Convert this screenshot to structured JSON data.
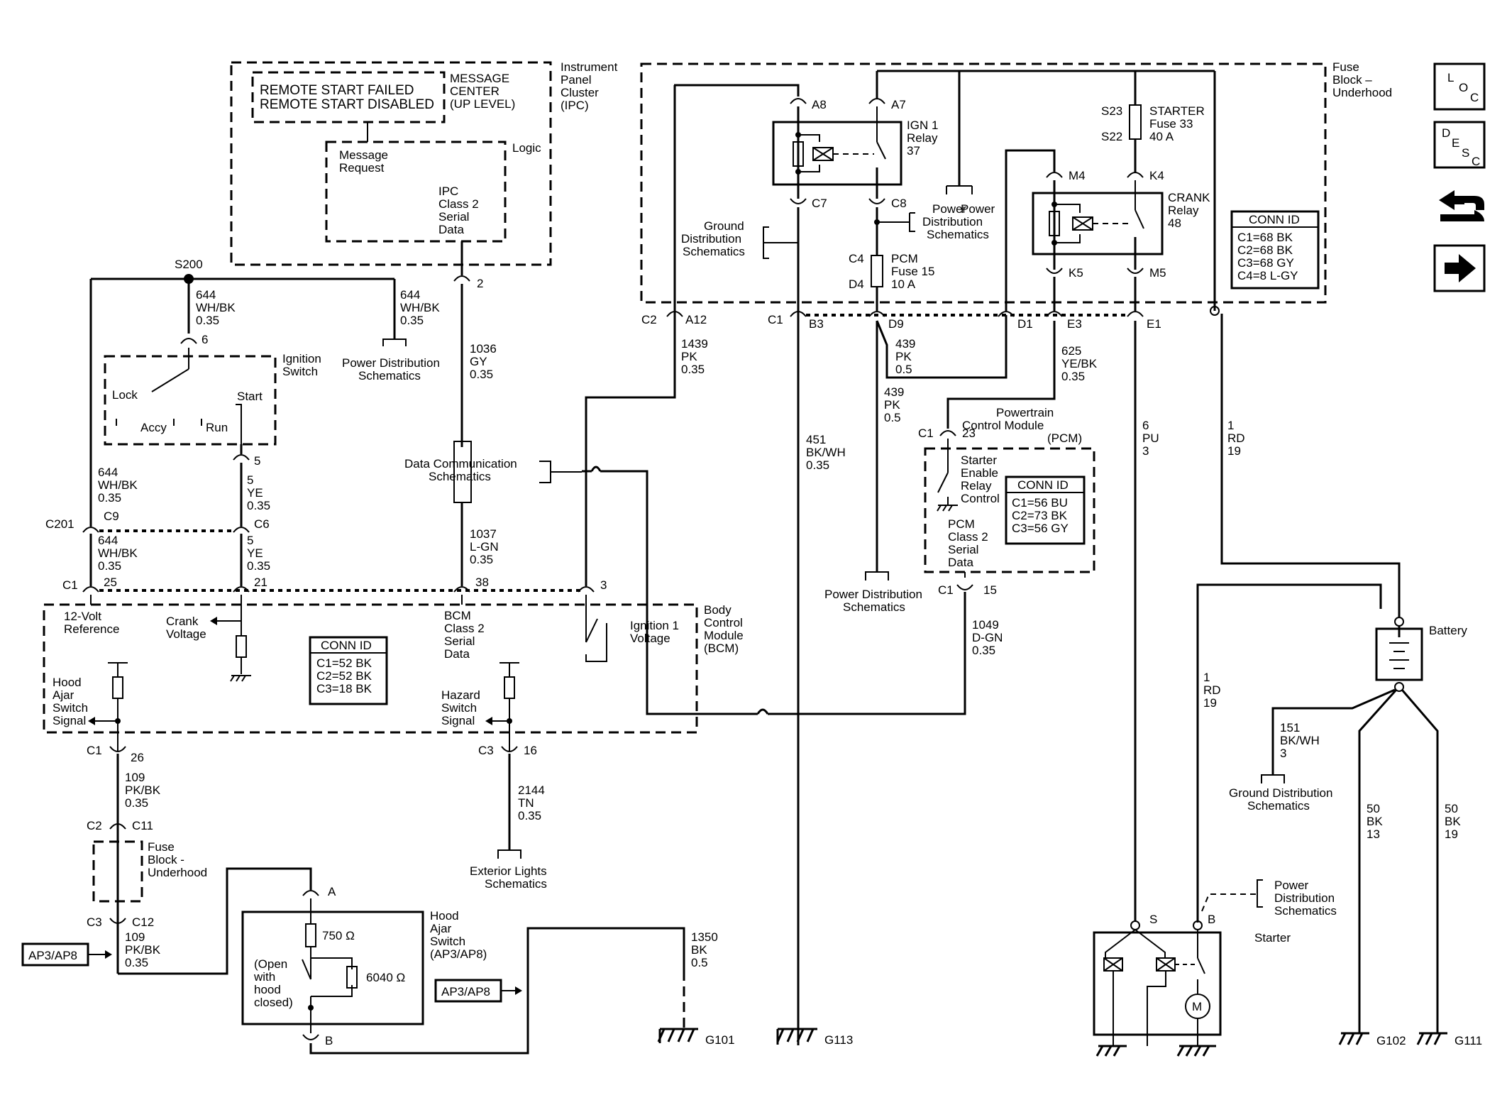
{
  "ipc": {
    "failed": "REMOTE START FAILED",
    "disabled": "REMOTE START DISABLED",
    "message_center": [
      "MESSAGE",
      "CENTER",
      "(UP LEVEL)"
    ],
    "name": [
      "Instrument",
      "Panel",
      "Cluster",
      "(IPC)"
    ],
    "logic": "Logic",
    "message_request": [
      "Message",
      "Request"
    ],
    "serial": [
      "IPC",
      "Class 2",
      "Serial",
      "Data"
    ]
  },
  "splices": {
    "s200": "S200"
  },
  "wires": {
    "w644": [
      "644",
      "WH/BK",
      "0.35"
    ],
    "w1036": [
      "1036",
      "GY",
      "0.35"
    ],
    "w1037": [
      "1037",
      "L-GN",
      "0.35"
    ],
    "w5": [
      "5",
      "YE",
      "0.35"
    ],
    "w1439": [
      "1439",
      "PK",
      "0.35"
    ],
    "w451": [
      "451",
      "BK/WH",
      "0.35"
    ],
    "w439a": [
      "439",
      "PK",
      "0.5"
    ],
    "w439b": [
      "439",
      "PK",
      "0.5"
    ],
    "w625": [
      "625",
      "YE/BK",
      "0.35"
    ],
    "w6": [
      "6",
      "PU",
      "3"
    ],
    "w1rd_top": [
      "1",
      "RD",
      "19"
    ],
    "w1rd_bot": [
      "1",
      "RD",
      "19"
    ],
    "w1049": [
      "1049",
      "D-GN",
      "0.35"
    ],
    "w109": [
      "109",
      "PK/BK",
      "0.35"
    ],
    "w2144": [
      "2144",
      "TN",
      "0.35"
    ],
    "w1350": [
      "1350",
      "BK",
      "0.5"
    ],
    "w151": [
      "151",
      "BK/WH",
      "3"
    ],
    "w50a": [
      "50",
      "BK",
      "13"
    ],
    "w50b": [
      "50",
      "BK",
      "19"
    ]
  },
  "pins": {
    "p6": "6",
    "p5": "5",
    "p2": "2",
    "c9": "C9",
    "c6": "C6",
    "c201": "C201",
    "c1": "C1",
    "p25": "25",
    "p21": "21",
    "p38": "38",
    "p3": "3",
    "p26": "26",
    "p16": "16",
    "c3": "C3",
    "c2": "C2",
    "c11": "C11",
    "c12": "C12",
    "a": "A",
    "b": "B",
    "a8": "A8",
    "a7": "A7",
    "c7": "C7",
    "c8": "C8",
    "c4": "C4",
    "d4": "D4",
    "m4": "M4",
    "k4": "K4",
    "k5": "K5",
    "m5": "M5",
    "s23": "S23",
    "s22": "S22",
    "a12": "A12",
    "b3": "B3",
    "d9": "D9",
    "d1": "D1",
    "e3": "E3",
    "e1": "E1",
    "p23": "23",
    "p15": "15",
    "s": "S"
  },
  "labels": {
    "ignition_switch": [
      "Ignition",
      "Switch"
    ],
    "lock": "Lock",
    "accy": "Accy",
    "run": "Run",
    "start": "Start",
    "power_dist": [
      "Power Distribution",
      "Schematics"
    ],
    "power_dist_3": [
      "Power",
      "Distribution",
      "Schematics"
    ],
    "data_comm": [
      "Data Communication",
      "Schematics"
    ],
    "ground_dist": [
      "Ground",
      "Distribution",
      "Schematics"
    ],
    "ground_dist_2": [
      "Ground Distribution",
      "Schematics"
    ],
    "exterior_lights": [
      "Exterior Lights",
      "Schematics"
    ],
    "bcm_name": [
      "Body",
      "Control",
      "Module",
      "(BCM)"
    ],
    "twelve_volt": [
      "12-Volt",
      "Reference"
    ],
    "crank_voltage": [
      "Crank",
      "Voltage"
    ],
    "bcm_serial": [
      "BCM",
      "Class 2",
      "Serial",
      "Data"
    ],
    "ign1_voltage": [
      "Ignition 1",
      "Voltage"
    ],
    "hood_ajar_signal": [
      "Hood",
      "Ajar",
      "Switch",
      "Signal"
    ],
    "hazard_signal": [
      "Hazard",
      "Switch",
      "Signal"
    ],
    "fuse_block_small": [
      "Fuse",
      "Block -",
      "Underhood"
    ],
    "fuse_block_main": [
      "Fuse",
      "Block –",
      "Underhood"
    ],
    "hood_switch": [
      "Hood",
      "Ajar",
      "Switch",
      "(AP3/AP8)"
    ],
    "r750": "750 Ω",
    "r6040": "6040 Ω",
    "open_with_hood": [
      "(Open",
      "with",
      "hood",
      "closed)"
    ],
    "ap3_ap8": "AP3/AP8",
    "ign1_relay": [
      "IGN 1",
      "Relay",
      "37"
    ],
    "starter_fuse": [
      "STARTER",
      "Fuse 33",
      "40 A"
    ],
    "crank_relay": [
      "CRANK",
      "Relay",
      "48"
    ],
    "pcm_fuse": [
      "PCM",
      "Fuse 15",
      "10 A"
    ],
    "pcm_name": [
      "Powertrain",
      "Control Module",
      "(PCM)"
    ],
    "starter_enable": [
      "Starter",
      "Enable",
      "Relay",
      "Control"
    ],
    "pcm_serial": [
      "PCM",
      "Class 2",
      "Serial",
      "Data"
    ],
    "battery": "Battery",
    "starter": "Starter",
    "motor": "M",
    "g101": "G101",
    "g113": "G113",
    "g102": "G102",
    "g111": "G111"
  },
  "conn_ids": {
    "fuse_block": {
      "title": "CONN ID",
      "rows": [
        "C1=68 BK",
        "C2=68 BK",
        "C3=68 GY",
        "C4=8 L-GY"
      ]
    },
    "bcm": {
      "title": "CONN ID",
      "rows": [
        "C1=52 BK",
        "C2=52 BK",
        "C3=18 BK"
      ]
    },
    "pcm": {
      "title": "CONN ID",
      "rows": [
        "C1=56 BU",
        "C2=73 BK",
        "C3=56 GY"
      ]
    }
  },
  "side_icons": {
    "loc": [
      "L",
      "O",
      "C"
    ],
    "desc": [
      "D",
      "E",
      "S",
      "C"
    ],
    "connector_icon": "connector-icon",
    "next_icon": "arrow-right-icon"
  }
}
